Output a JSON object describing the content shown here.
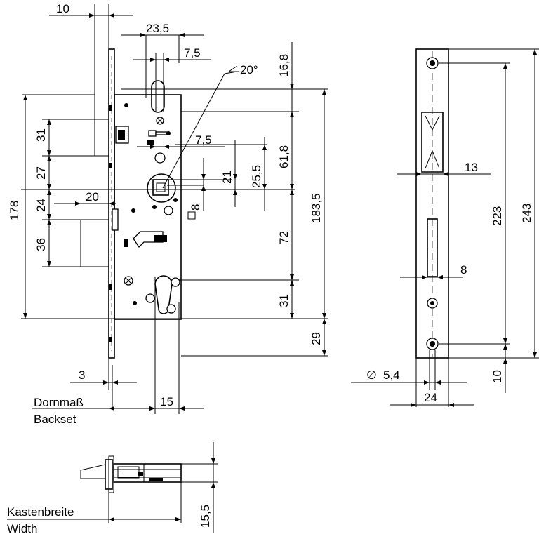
{
  "dimensions": {
    "d10_top": "10",
    "d23_5": "23,5",
    "d7_5_top": "7,5",
    "d16_8": "16,8",
    "angle20": "20°",
    "d31_left": "31",
    "d27": "27",
    "d24_left": "24",
    "d36": "36",
    "d178": "178",
    "d20": "20",
    "d7_5_mid": "7,5",
    "d61_8": "61,8",
    "d21": "21",
    "d25_5": "25,5",
    "d8_square": "8",
    "d183_5": "183,5",
    "d72": "72",
    "d31_right": "31",
    "d29": "29",
    "d3": "3",
    "d15": "15",
    "d13": "13",
    "d223": "223",
    "d243": "243",
    "d8_side": "8",
    "d5_4": "5,4",
    "d10_side": "10",
    "d24_side": "24",
    "d15_5": "15,5"
  },
  "labels": {
    "backset_de": "Dornmaß",
    "backset_en": "Backset",
    "width_de": "Kastenbreite",
    "width_en": "Width"
  },
  "symbols": {
    "diameter": "∅",
    "angle": "∠"
  }
}
